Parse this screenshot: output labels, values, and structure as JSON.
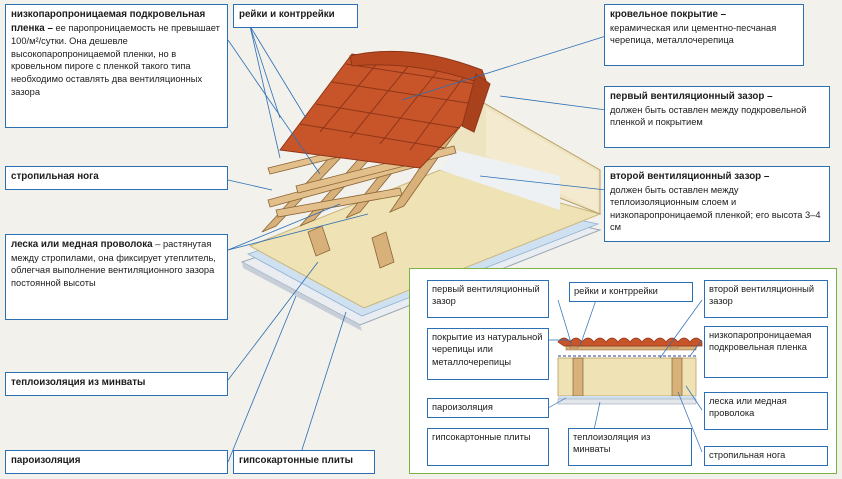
{
  "labels": {
    "membrane": {
      "title": "низкопаропроницаемая подкровельная пленка –",
      "text": "ее паропроницаемость не превышает 100/м²/сутки. Она дешевле высокопаропроницаемой пленки, но в кровельном пироге с пленкой такого типа необходимо оставлять два вентиляционных зазора"
    },
    "battens": {
      "title": "рейки и контррейки"
    },
    "roofing": {
      "title": "кровельное покрытие –",
      "text": "керамическая или цементно-песчаная черепица, металлочерепица"
    },
    "first_gap": {
      "title": "первый вентиляционный зазор –",
      "text": "должен быть оставлен между подкровельной пленкой и покрытием"
    },
    "second_gap": {
      "title": "второй вентиляционный зазор –",
      "text": "должен быть оставлен между теплоизоляционным слоем и низкопаропроницаемой пленкой; его высота 3–4 см"
    },
    "rafter": {
      "title": "стропильная нога"
    },
    "wire": {
      "title": "леска или медная проволока",
      "text": "– растянутая между стропилами, она фиксирует утеплитель, облегчая выполнение вентиляционного зазора постоянной высоты"
    },
    "insulation": {
      "title": "теплоизоляция из минваты"
    },
    "vapor": {
      "title": "пароизоляция"
    },
    "drywall": {
      "title": "гипсокартонные плиты"
    }
  },
  "detail_labels": {
    "first_gap": "первый вентиляционный зазор",
    "battens": "рейки и контррейки",
    "second_gap": "второй вентиляционный зазор",
    "covering": "покрытие из натуральной черепицы или металлочерепицы",
    "membrane": "низкопаропроницаемая подкровельная пленка",
    "vapor": "пароизоляция",
    "wire": "леска или медная проволока",
    "drywall": "гипсокартонные плиты",
    "insulation": "теплоизоляция из минваты",
    "rafter": "стропильная нога"
  },
  "colors": {
    "tile": "#c8552a",
    "tile_dark": "#8f3518",
    "wood": "#d8b07a",
    "insulation": "#efe2b4",
    "border_blue": "#2b6fb5",
    "border_green": "#7ab341"
  }
}
